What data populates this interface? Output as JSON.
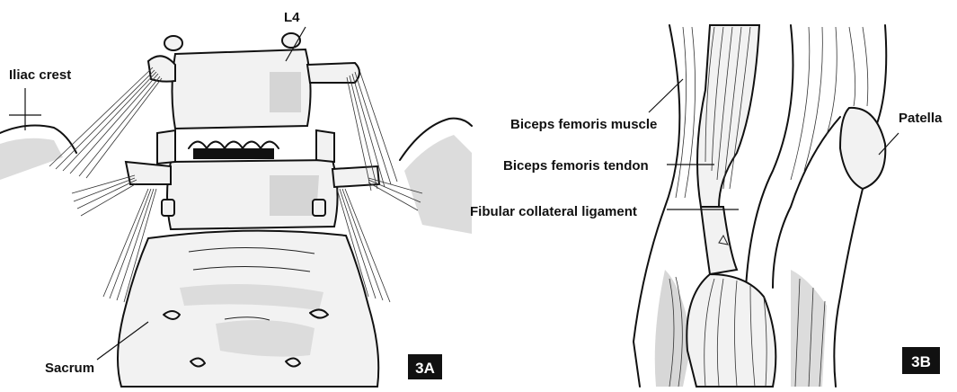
{
  "panels": [
    {
      "id": "3A",
      "badge": "3A",
      "labels": {
        "l4": "L4",
        "iliac_crest": "Iliac crest",
        "sacrum": "Sacrum"
      }
    },
    {
      "id": "3B",
      "badge": "3B",
      "labels": {
        "biceps_muscle": "Biceps femoris muscle",
        "biceps_tendon": "Biceps femoris tendon",
        "fibular_ligament": "Fibular collateral ligament",
        "patella": "Patella"
      }
    }
  ]
}
